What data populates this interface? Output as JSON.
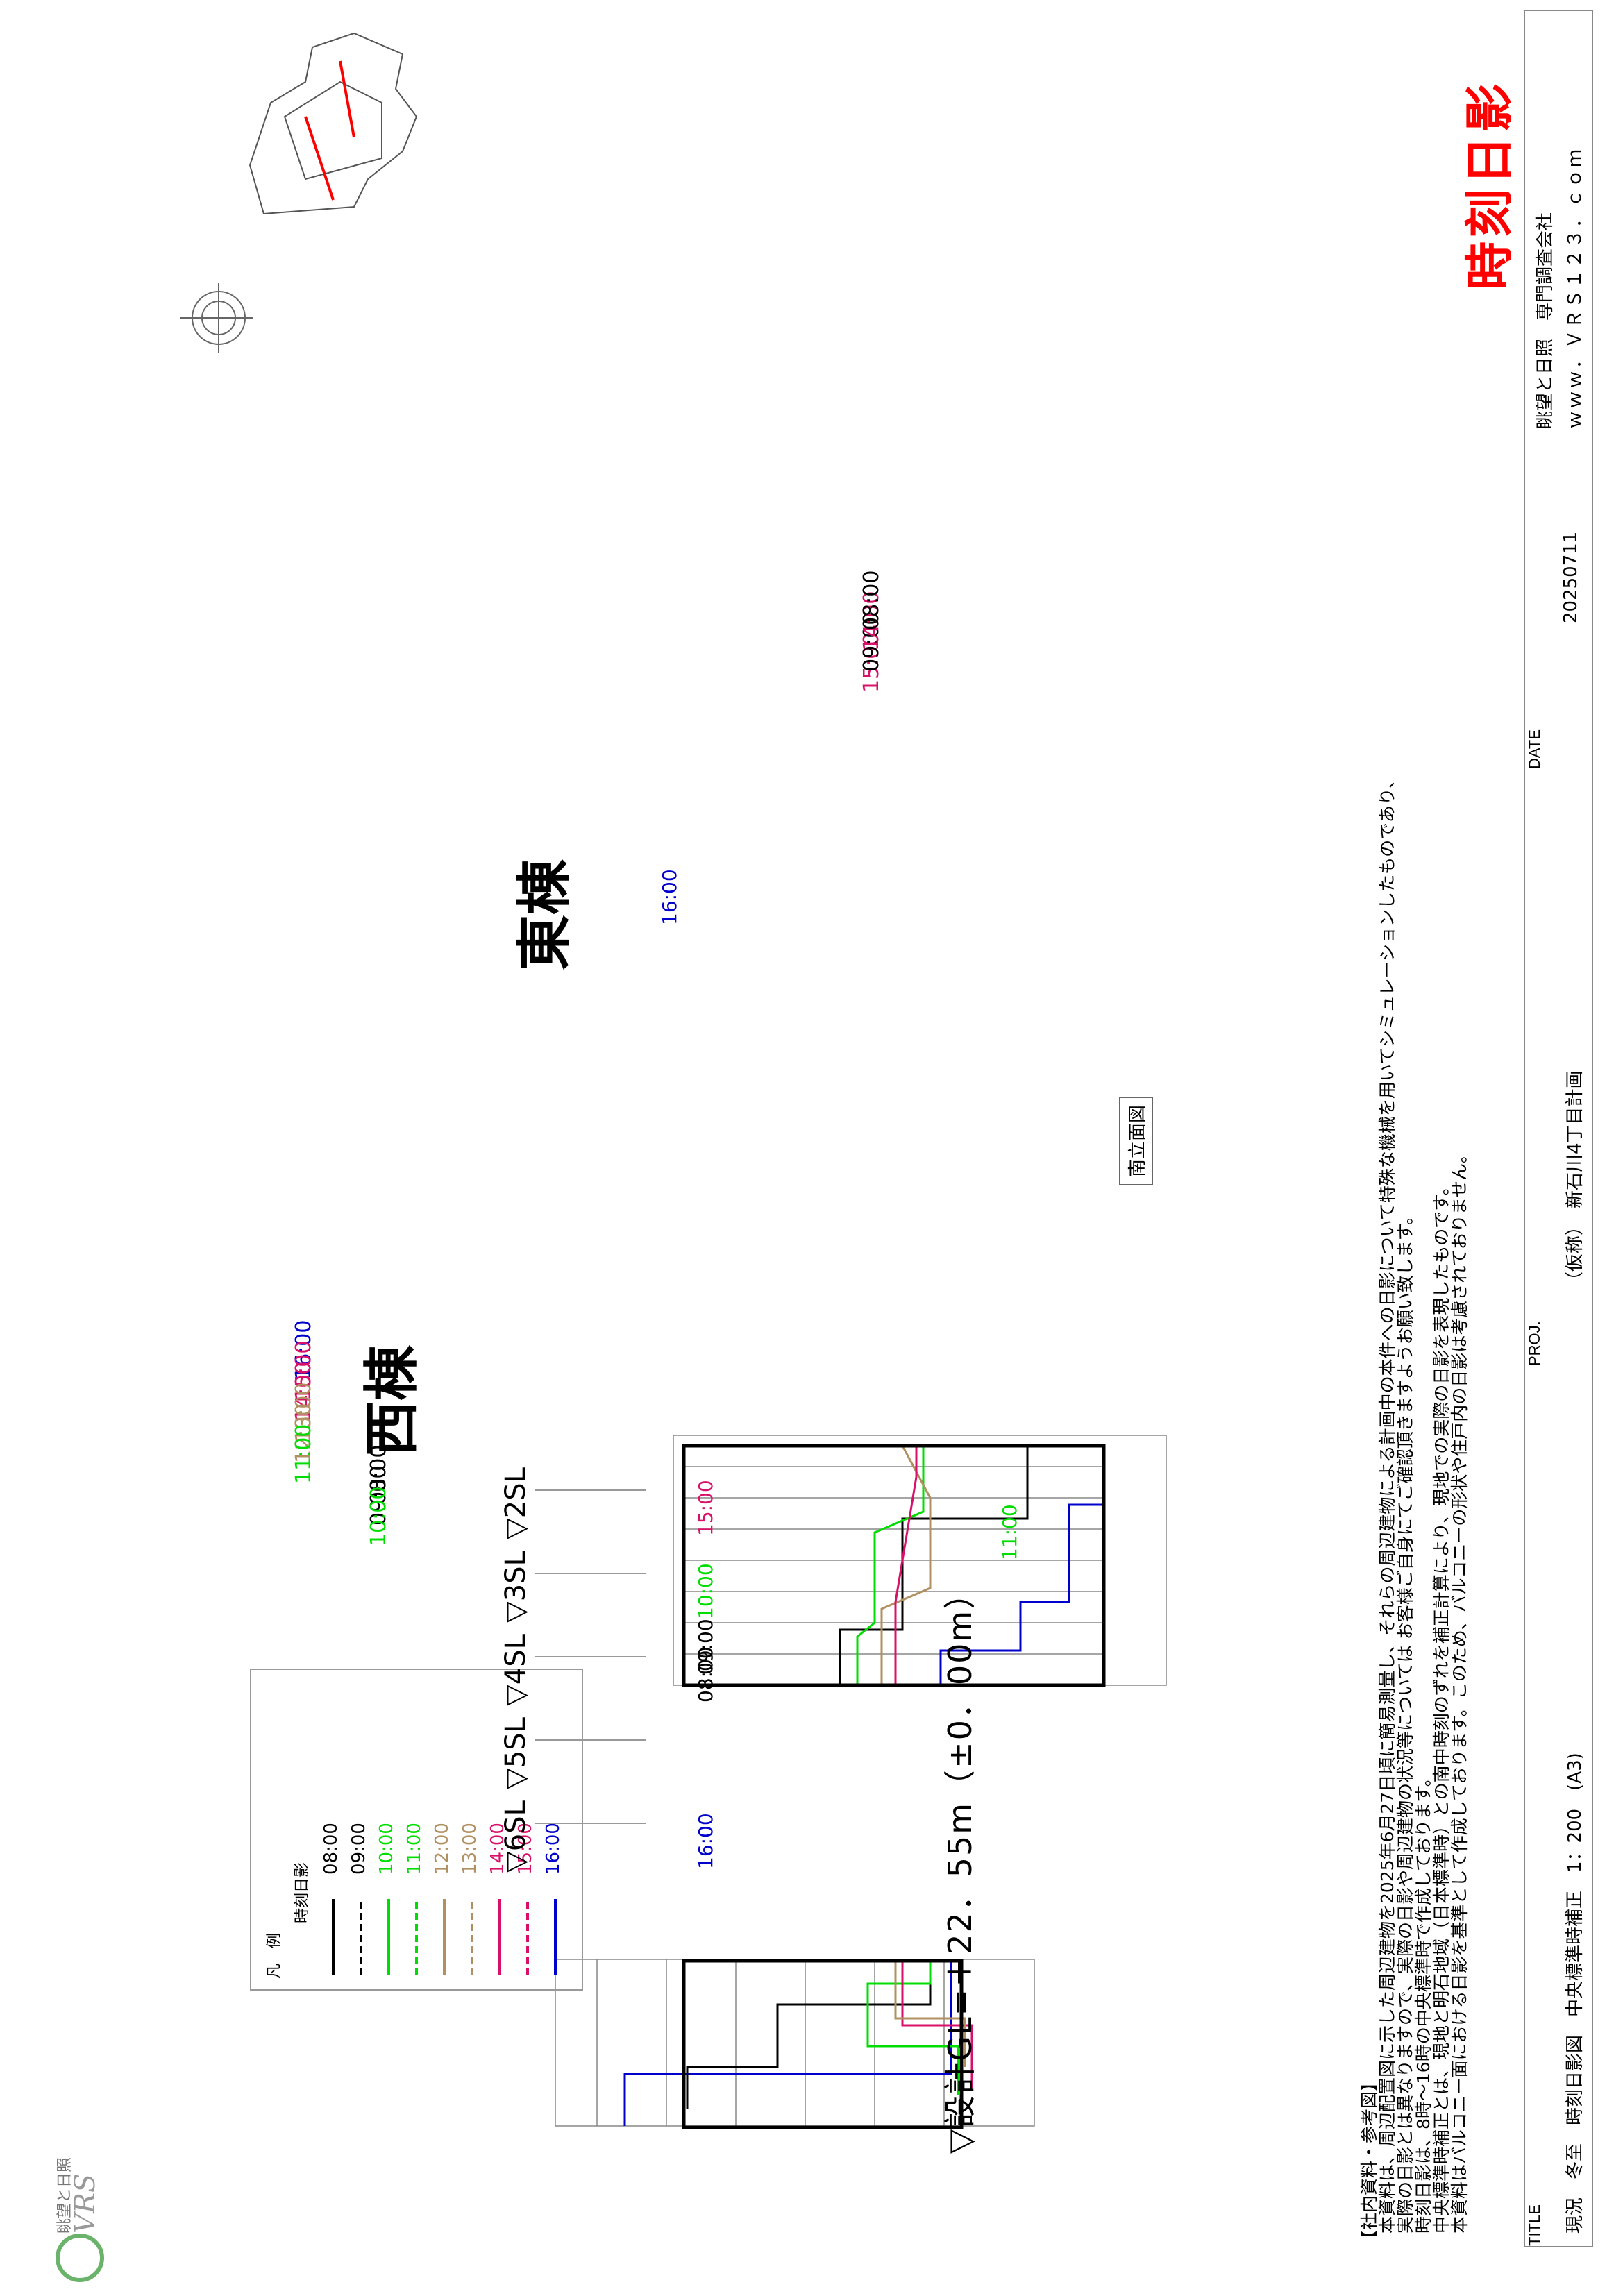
{
  "title_block": {
    "title_label": "TITLE",
    "title_line": "現況　冬至　時刻日影図　中央標準時補正　1：200　(A3)",
    "proj_label": "PROJ.",
    "proj_value": "（仮称）　新石川4丁目計画",
    "date_label": "DATE",
    "date_value": "20250711",
    "company_name": "眺望と日照　専門調査会社",
    "company_url": "ｗｗｗ．ＶＲＳ１２３．ｃｏｍ",
    "logo_text_jp": "眺望と日照",
    "logo_text_en": "VRS",
    "big_title": "時刻日影",
    "big_title_color": "#ff0000"
  },
  "notes": {
    "heading": "【社内資料・参考図】",
    "lines": [
      "本資料は、周辺配置図に示した周辺建物を2025年6月27日頃に簡易測量し、それらの周辺建物による計画中の本件への日影について特殊な機械を用いてシミュレーションしたものであり、",
      "実際の日影とは異なりますので、実際の日影や周辺建物の状況等については お客様ご自身にてご確認頂きますようお願い致します。",
      "時刻日影は、8時～16時の中央標準時で作成しております。",
      "中央標準時補正とは、現地と明石地域（日本標準時）との南中時刻のずれを補正計算により、現地での実際の日影を表現したものです。",
      "本資料はバルコニー面における日影を基準として作成しております。このため、バルコニーの形状や住戸内の日影は考慮されておりません。"
    ]
  },
  "legend": {
    "heading": "凡　例",
    "subheading": "時刻日影",
    "items": [
      {
        "time": "08:00",
        "color": "#000000",
        "dash": "solid"
      },
      {
        "time": "09:00",
        "color": "#000000",
        "dash": "dashed"
      },
      {
        "time": "10:00",
        "color": "#00dd00",
        "dash": "solid"
      },
      {
        "time": "11:00",
        "color": "#00dd00",
        "dash": "dashed"
      },
      {
        "time": "12:00",
        "color": "#b09060",
        "dash": "solid"
      },
      {
        "time": "13:00",
        "color": "#b09060",
        "dash": "dashed"
      },
      {
        "time": "14:00",
        "color": "#d8106a",
        "dash": "solid"
      },
      {
        "time": "15:00",
        "color": "#d8106a",
        "dash": "dashed"
      },
      {
        "time": "16:00",
        "color": "#0000cc",
        "dash": "solid"
      }
    ]
  },
  "levels": [
    {
      "label": "▽6SL",
      "times": [
        "16:00"
      ],
      "colors": [
        "#0000cc"
      ]
    },
    {
      "label": "▽5SL",
      "times": [],
      "colors": []
    },
    {
      "label": "▽4SL",
      "times": [
        "08:00",
        "09:00"
      ],
      "colors": [
        "#000000",
        "#000000"
      ]
    },
    {
      "label": "▽3SL",
      "times": [
        "10:00"
      ],
      "colors": [
        "#00dd00"
      ]
    },
    {
      "label": "▽2SL",
      "times": [
        "15:00"
      ],
      "colors": [
        "#d8106a"
      ]
    }
  ],
  "gl_label": "▽設計GL=＋22．55m（±0．00m）",
  "west_building": {
    "name": "西棟",
    "times_upper": [
      {
        "t": "16:00",
        "c": "#0000cc"
      },
      {
        "t": "15:00",
        "c": "#d8106a"
      },
      {
        "t": "14:00",
        "c": "#d8106a"
      },
      {
        "t": "13:00",
        "c": "#b09060"
      },
      {
        "t": "12:00",
        "c": "#b09060"
      },
      {
        "t": "11:00",
        "c": "#00dd00"
      }
    ],
    "times_lower": [
      {
        "t": "08:00",
        "c": "#000000"
      },
      {
        "t": "09:00",
        "c": "#000000"
      },
      {
        "t": "10:00",
        "c": "#00dd00"
      }
    ],
    "time_bottom": {
      "t": "11:00",
      "c": "#00dd00"
    }
  },
  "east_building": {
    "name": "東棟",
    "time_left": {
      "t": "16:00",
      "c": "#0000cc"
    },
    "times_right": [
      {
        "t": "15:00",
        "c": "#d8106a"
      },
      {
        "t": "09:00",
        "c": "#000000"
      },
      {
        "t": "14:00",
        "c": "#d8106a"
      },
      {
        "t": "08:00",
        "c": "#000000"
      }
    ]
  },
  "elevation_label": "南立面図"
}
